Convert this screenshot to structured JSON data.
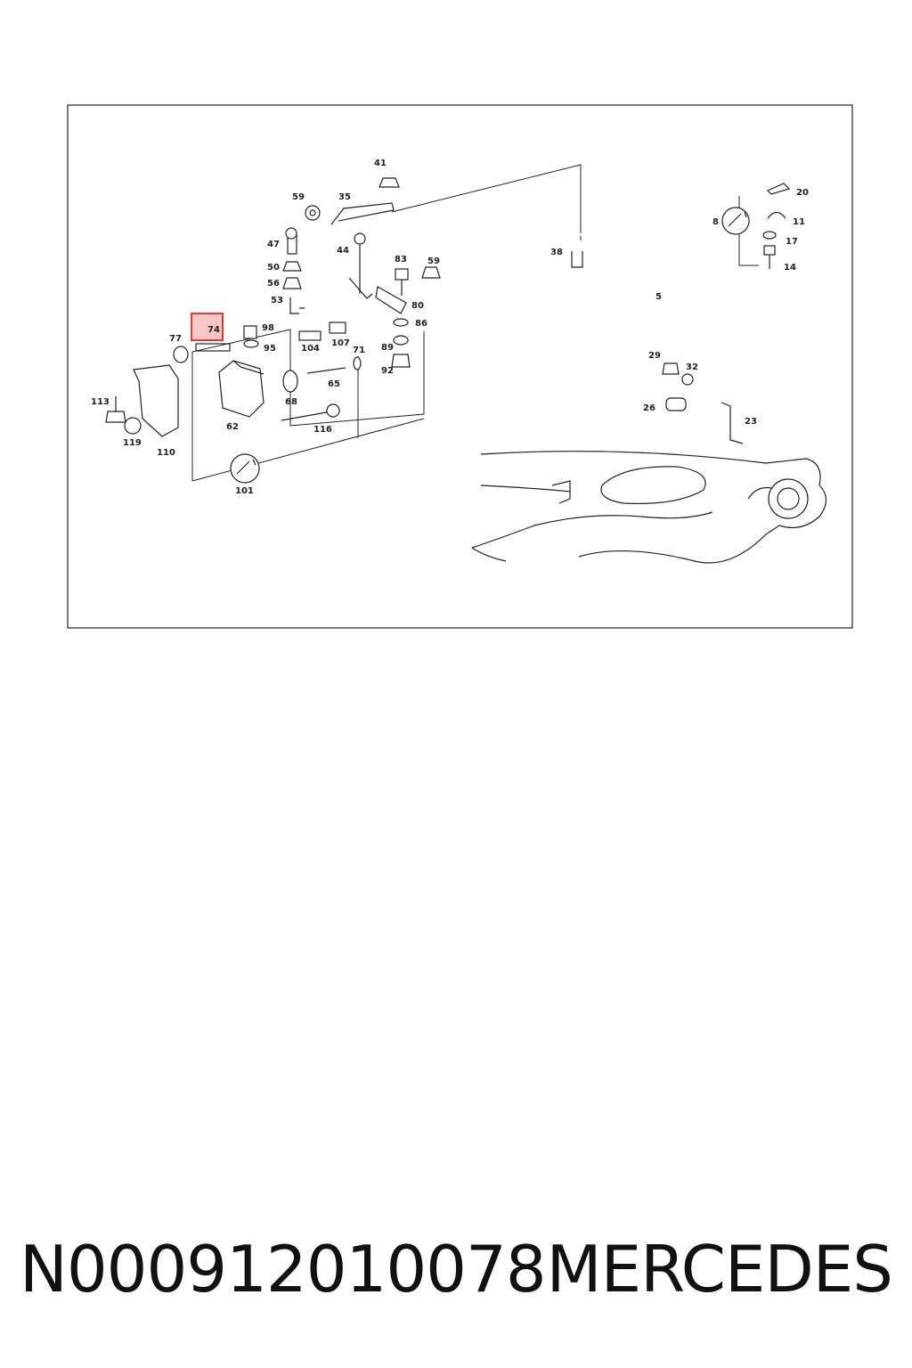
{
  "colors": {
    "line": "#222222",
    "highlight_stroke": "#e53935",
    "highlight_fill": "#f7c6c6"
  },
  "highlighted_part": "74",
  "part_labels": {
    "p41": "41",
    "p59a": "59",
    "p35": "35",
    "p47": "47",
    "p44": "44",
    "p50": "50",
    "p56": "56",
    "p53": "53",
    "p83": "83",
    "p59b": "59",
    "p80": "80",
    "p74": "74",
    "p98": "98",
    "p77": "77",
    "p95": "95",
    "p104": "104",
    "p107": "107",
    "p86": "86",
    "p71": "71",
    "p89": "89",
    "p92": "92",
    "p65": "65",
    "p68": "68",
    "p62": "62",
    "p116": "116",
    "p113": "113",
    "p119": "119",
    "p110": "110",
    "p101": "101",
    "p38": "38",
    "p5": "5",
    "p20": "20",
    "p8": "8",
    "p11": "11",
    "p17": "17",
    "p14": "14",
    "p29": "29",
    "p32": "32",
    "p26": "26",
    "p23": "23"
  },
  "footer": {
    "part_number": "N000912010078",
    "brand": "MERCEDES"
  }
}
